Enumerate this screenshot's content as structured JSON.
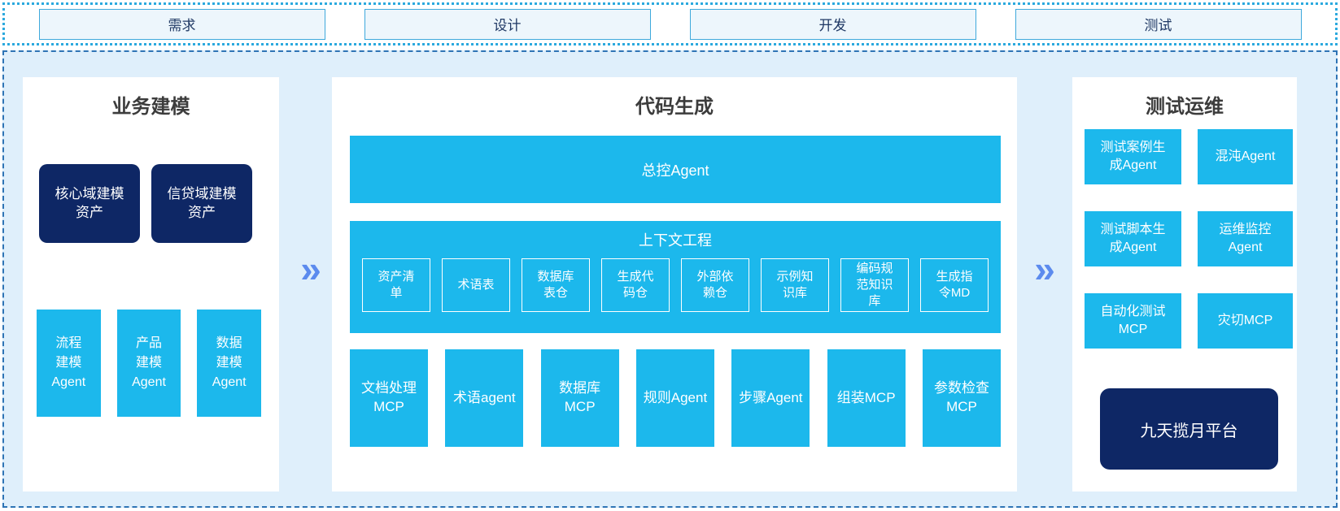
{
  "phases": [
    "需求",
    "设计",
    "开发",
    "测试"
  ],
  "arrow": {
    "glyph": "»"
  },
  "business": {
    "title": "业务建模",
    "assets": [
      "核心域建模资产",
      "信贷域建模资产"
    ],
    "agents": [
      "流程建模Agent",
      "产品建模Agent",
      "数据建模Agent"
    ]
  },
  "codegen": {
    "title": "代码生成",
    "master_agent": "总控Agent",
    "context": {
      "title": "上下文工程",
      "items": [
        "资产清单",
        "术语表",
        "数据库表仓",
        "生成代码仓",
        "外部依赖仓",
        "示例知识库",
        "编码规范知识库",
        "生成指令MD"
      ]
    },
    "tools": [
      "文档处理MCP",
      "术语agent",
      "数据库MCP",
      "规则Agent",
      "步骤Agent",
      "组装MCP",
      "参数检查MCP"
    ]
  },
  "testops": {
    "title": "测试运维",
    "boxes": [
      "测试案例生成Agent",
      "混沌Agent",
      "测试脚本生成Agent",
      "运维监控Agent",
      "自动化测试MCP",
      "灾切MCP"
    ],
    "platform": "九天揽月平台"
  },
  "colors": {
    "cyan": "#1cb8ec",
    "navy": "#0e2765",
    "container_bg": "#dfeffb",
    "dashed_border": "#2e74b5",
    "dotted_border": "#2ba9de",
    "phase_box_bg": "#edf6fc",
    "phase_box_border": "#3fa9dc",
    "phase_text": "#1f3864",
    "title_text": "#3c3c3c",
    "chevron": "#5c8bee"
  }
}
